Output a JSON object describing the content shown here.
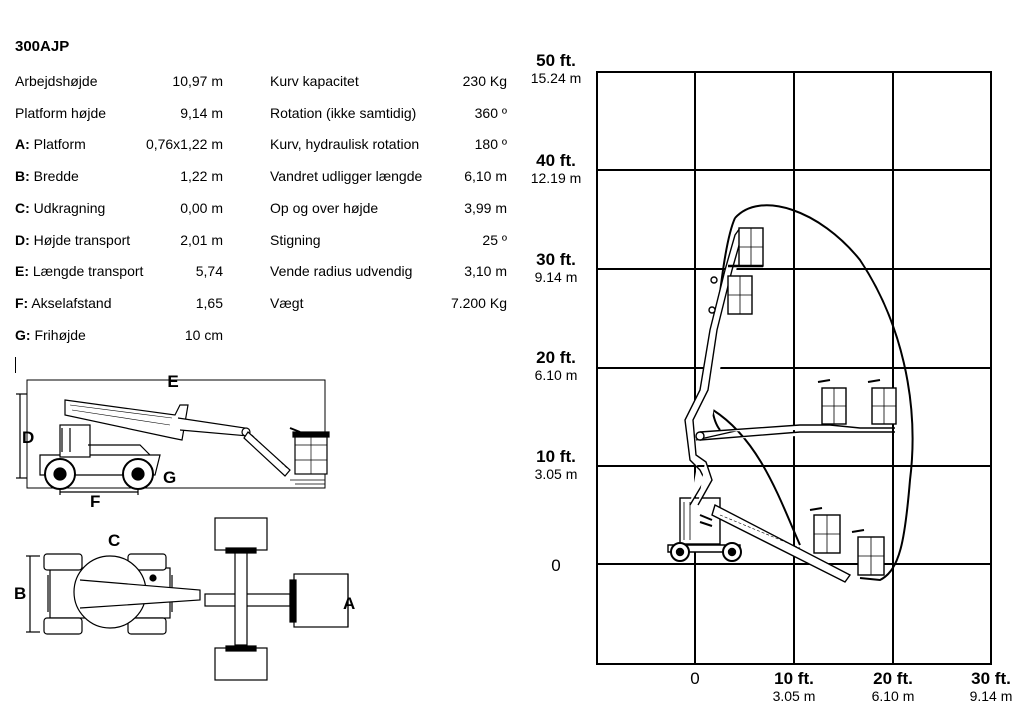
{
  "title": "300AJP",
  "specs_left": [
    {
      "key": "",
      "label": "Arbejdshøjde",
      "value": "10,97 m"
    },
    {
      "key": "",
      "label": "Platform højde",
      "value": "9,14 m"
    },
    {
      "key": "A:",
      "label": " Platform",
      "value": "0,76x1,22 m"
    },
    {
      "key": "B:",
      "label": " Bredde",
      "value": "1,22 m"
    },
    {
      "key": "C:",
      "label": " Udkragning",
      "value": "0,00 m"
    },
    {
      "key": "D:",
      "label": " Højde transport",
      "value": "2,01 m"
    },
    {
      "key": "E:",
      "label": " Længde transport",
      "value": "5,74"
    },
    {
      "key": "F:",
      "label": " Akselafstand",
      "value": "1,65"
    },
    {
      "key": "G:",
      "label": " Frihøjde",
      "value": "10 cm"
    }
  ],
  "specs_right": [
    {
      "label": "Kurv kapacitet",
      "value": "230 Kg"
    },
    {
      "label": "Rotation (ikke samtidig)",
      "value": "360 º"
    },
    {
      "label": "Kurv, hydraulisk rotation",
      "value": "180 º"
    },
    {
      "label": "Vandret udligger længde",
      "value": "6,10 m"
    },
    {
      "label": "Op og over højde",
      "value": "3,99 m"
    },
    {
      "label": "Stigning",
      "value": "25 º"
    },
    {
      "label": "Vende radius udvendig",
      "value": "3,10 m"
    },
    {
      "label": "Vægt",
      "value": "7.200 Kg"
    }
  ],
  "dimension_letters": {
    "a": "A",
    "b": "B",
    "c": "C",
    "d": "D",
    "e": "E",
    "f": "F",
    "g": "G"
  },
  "chart_y_labels": [
    {
      "ft": "50 ft.",
      "m": "15.24 m"
    },
    {
      "ft": "40 ft.",
      "m": "12.19 m"
    },
    {
      "ft": "30 ft.",
      "m": "9.14 m"
    },
    {
      "ft": "20 ft.",
      "m": "6.10 m"
    },
    {
      "ft": "10 ft.",
      "m": "3.05 m"
    },
    {
      "ft": "0",
      "m": ""
    }
  ],
  "chart_x_labels": [
    {
      "ft": "0",
      "m": ""
    },
    {
      "ft": "10 ft.",
      "m": "3.05 m"
    },
    {
      "ft": "20 ft.",
      "m": "6.10 m"
    },
    {
      "ft": "30 ft.",
      "m": "9.14 m"
    }
  ]
}
